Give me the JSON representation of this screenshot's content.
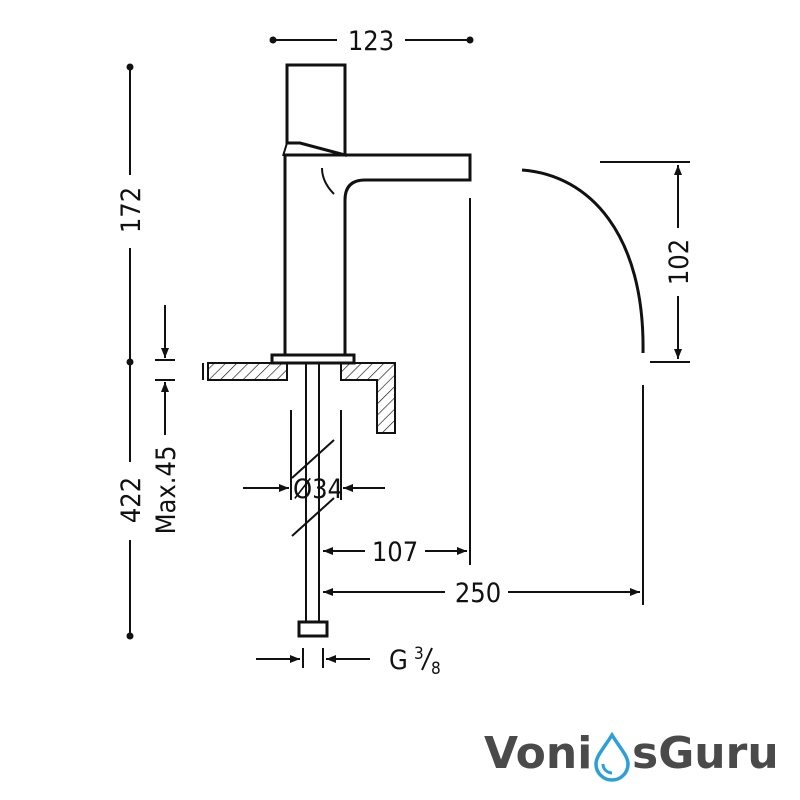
{
  "dimensions": {
    "width_top": "123",
    "height_total": "172",
    "height_spout": "102",
    "max_thickness": "Max.45",
    "below_length": "422",
    "hole_diameter": "Ø34",
    "reach_spout": "107",
    "reach_total": "250",
    "connection_g": "G",
    "connection_num": "3",
    "connection_den": "8"
  },
  "brand": {
    "part1": "Voni",
    "part2": "sGuru",
    "color_dark": "#4a4a4a",
    "color_accent": "#2b9fd9"
  }
}
